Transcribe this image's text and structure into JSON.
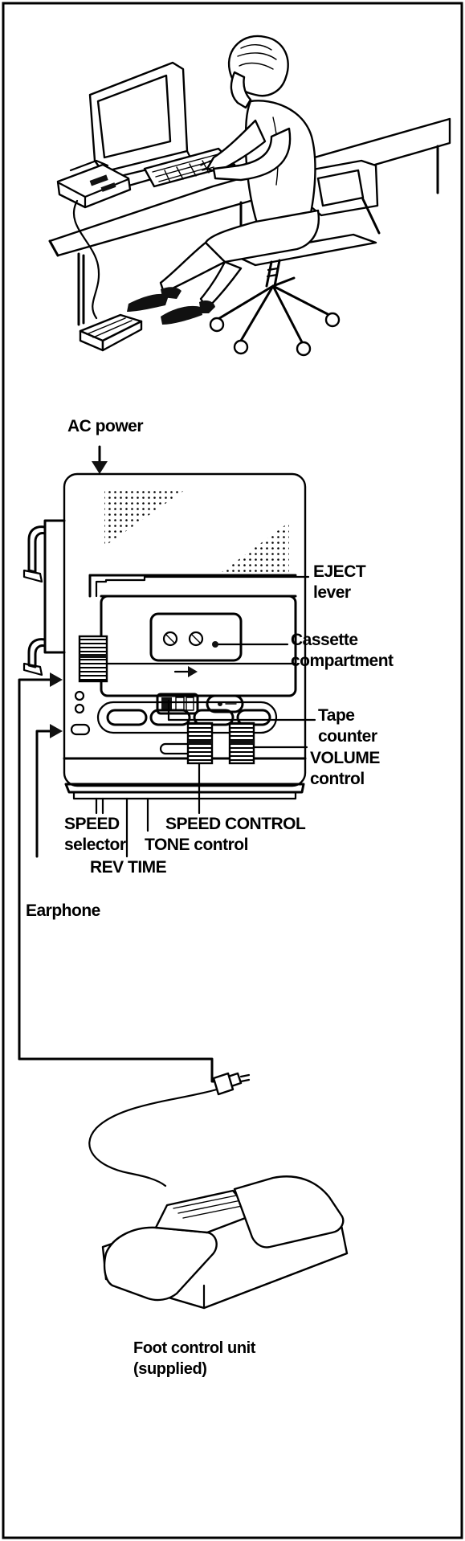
{
  "labels": {
    "ac_power": "AC power",
    "eject_1": "EJECT",
    "eject_2": "lever",
    "cassette_1": "Cassette",
    "cassette_2": "compartment",
    "tape_1": "Tape",
    "tape_2": "counter",
    "volume_1": "VOLUME",
    "volume_2": "control",
    "speed_1": "SPEED",
    "speed_2": "selector",
    "speed_control": "SPEED CONTROL",
    "tone": "TONE control",
    "rev_time": "REV TIME",
    "earphone": "Earphone",
    "foot_1": "Foot control unit",
    "foot_2": "(supplied)"
  },
  "colors": {
    "ink": "#000000",
    "paper": "#ffffff"
  }
}
